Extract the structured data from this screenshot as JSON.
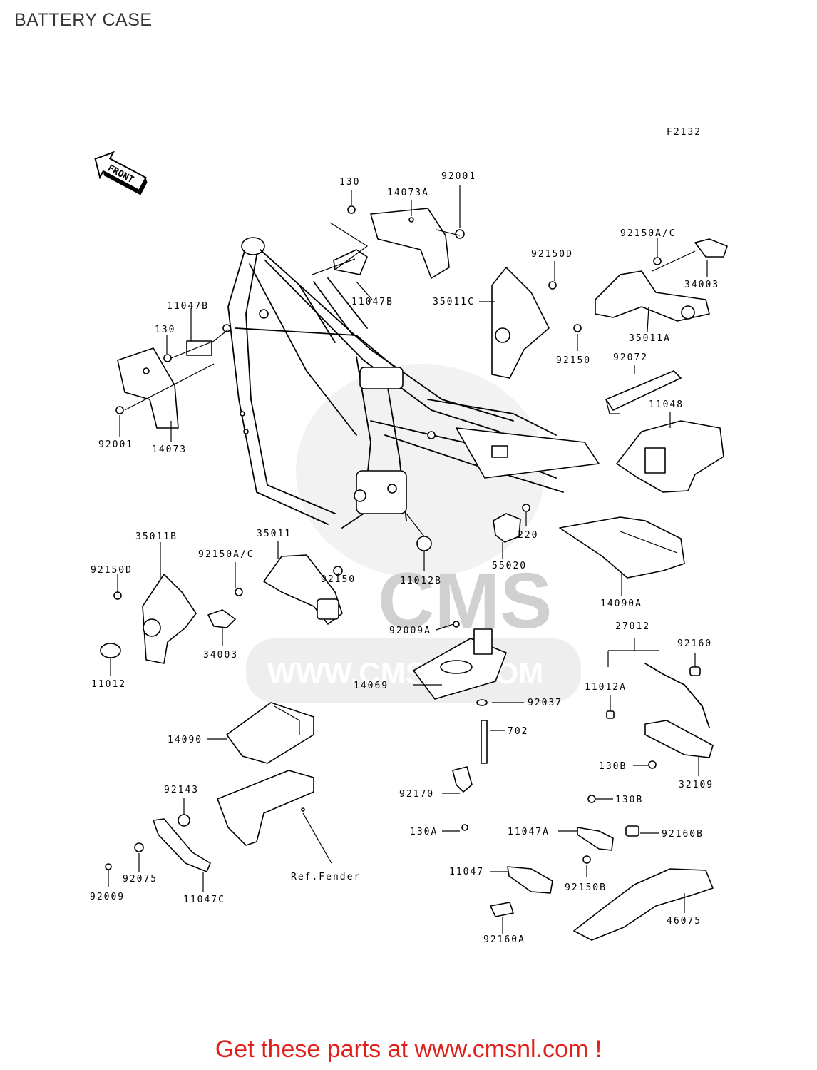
{
  "title": "BATTERY CASE",
  "figure_code": "F2132",
  "front_arrow_label": "FRONT",
  "watermark": {
    "brand": "CMS",
    "url": "WWW.CMSNL.COM"
  },
  "reference_label": "Ref.Fender",
  "footer_text": "Get these parts at www.cmsnl.com !",
  "accent_color": "#e0201b",
  "part_labels": {
    "p130_top": "130",
    "p14073A": "14073A",
    "p92001_top": "92001",
    "p92150AC_top": "92150A/C",
    "p92150D_top": "92150D",
    "p34003_top": "34003",
    "p11047B_top": "11047B",
    "p35011C": "35011C",
    "p35011A": "35011A",
    "p92150_top": "92150",
    "p11047B_left": "11047B",
    "p130_left": "130",
    "p92072": "92072",
    "p11048": "11048",
    "p92001_left": "92001",
    "p14073": "14073",
    "p35011B": "35011B",
    "p35011": "35011",
    "p92150AC_mid": "92150A/C",
    "p92150D_left": "92150D",
    "p92150_mid": "92150",
    "p220": "220",
    "p11012B": "11012B",
    "p55020": "55020",
    "p14090A": "14090A",
    "p34003_mid": "34003",
    "p11012": "11012",
    "p92009A": "92009A",
    "p27012": "27012",
    "p92160": "92160",
    "p11012A": "11012A",
    "p14069": "14069",
    "p92037": "92037",
    "p14090": "14090",
    "p702": "702",
    "p130B_a": "130B",
    "p32109": "32109",
    "p92143": "92143",
    "p92170": "92170",
    "p130B_b": "130B",
    "p130A": "130A",
    "p11047A": "11047A",
    "p92160B": "92160B",
    "p11047": "11047",
    "p92150B": "92150B",
    "p92075": "92075",
    "p92009": "92009",
    "p11047C": "11047C",
    "p92160A": "92160A",
    "p46075": "46075"
  }
}
